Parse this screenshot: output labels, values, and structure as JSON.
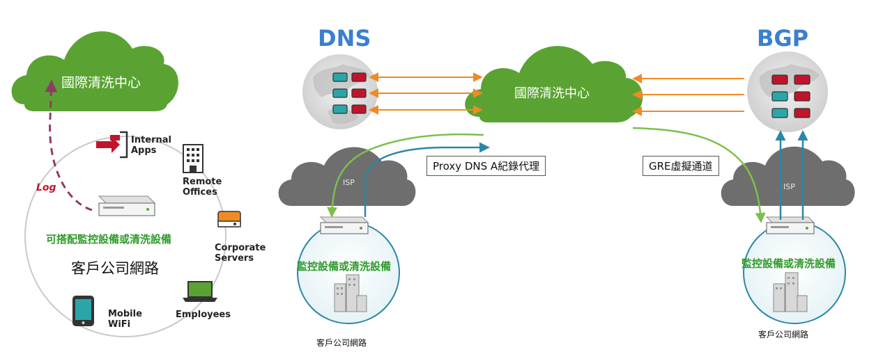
{
  "left_panel": {
    "scrubbing_center": "國際清洗中心",
    "log_label": "Log",
    "internal_apps": [
      "Internal",
      "Apps"
    ],
    "remote_offices": [
      "Remote",
      "Offices"
    ],
    "corporate_servers": [
      "Corporate",
      "Servers"
    ],
    "employees": "Employees",
    "mobile_wifi": [
      "Mobile",
      "WiFi"
    ],
    "equipment_caption": "可搭配監控設備或清洗設備",
    "network_title": "客戶公司網路"
  },
  "dns_panel": {
    "title": "DNS",
    "scrubbing_center": "國際清洗中心",
    "isp_label": "ISP",
    "proxy_box": "Proxy DNS A紀錄代理",
    "monitor_caption": "監控設備或清洗設備",
    "customer_label": "客戶公司網路"
  },
  "bgp_panel": {
    "title": "BGP",
    "isp_label": "ISP",
    "gre_box": "GRE虛擬通道",
    "monitor_caption": "監控設備或清洗設備",
    "customer_label": "客戶公司網路"
  },
  "colors": {
    "cloud_green": "#5aa332",
    "cloud_gray": "#6e6e6e",
    "dns_arrow_orange": "#f08a24",
    "log_dashed_purple": "#8e3c67",
    "green_path": "#7cc04b",
    "blue_path": "#2b87a8",
    "title_blue": "#3a7fd0"
  }
}
